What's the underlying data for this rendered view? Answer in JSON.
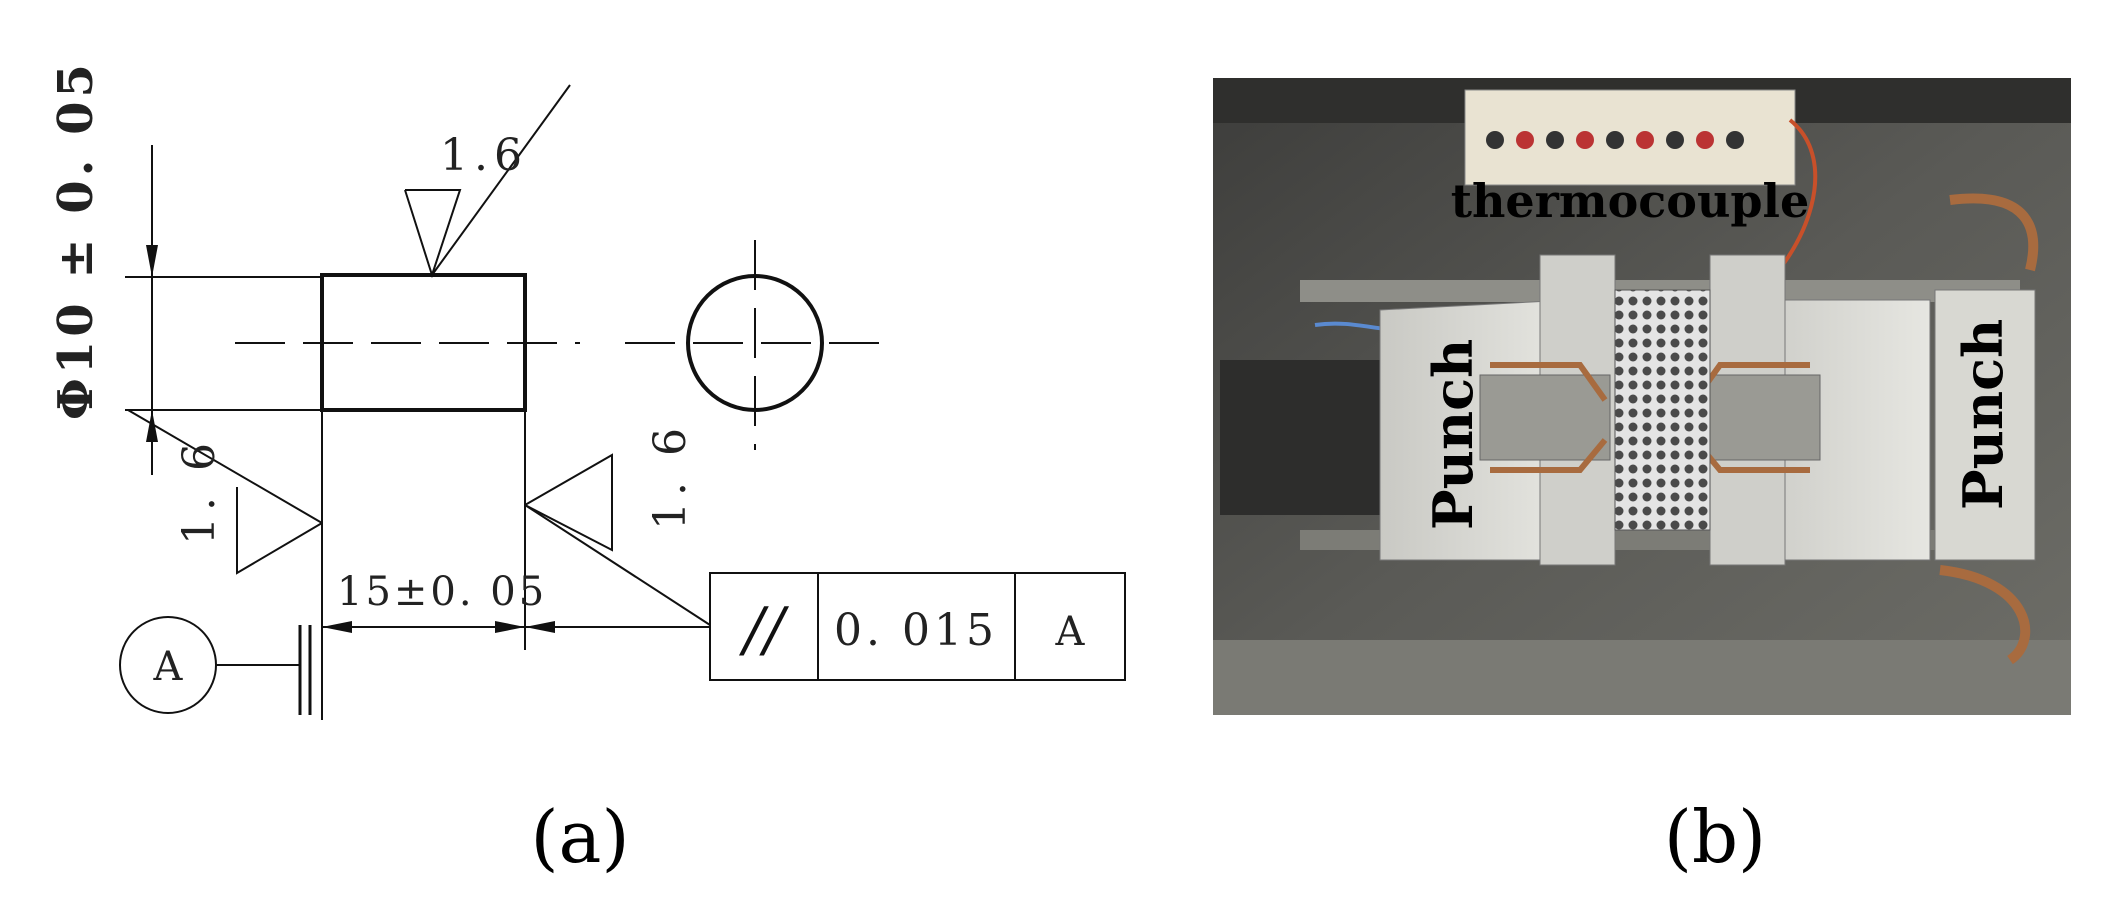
{
  "panel_a": {
    "caption": "(a)",
    "diameter_dim": "Φ10 ± 0. 05",
    "roughness_top": "1.6",
    "roughness_left": "1. 6",
    "roughness_right": "1. 6",
    "length_dim": "15±0. 05",
    "datum_label": "A",
    "tolerance_frame": {
      "symbol": "//",
      "value": "0. 015",
      "datum": "A"
    }
  },
  "panel_b": {
    "caption": "(b)",
    "labels": {
      "thermocouple": "thermocouple",
      "punch_left": "Punch",
      "punch_right": "Punch"
    }
  }
}
